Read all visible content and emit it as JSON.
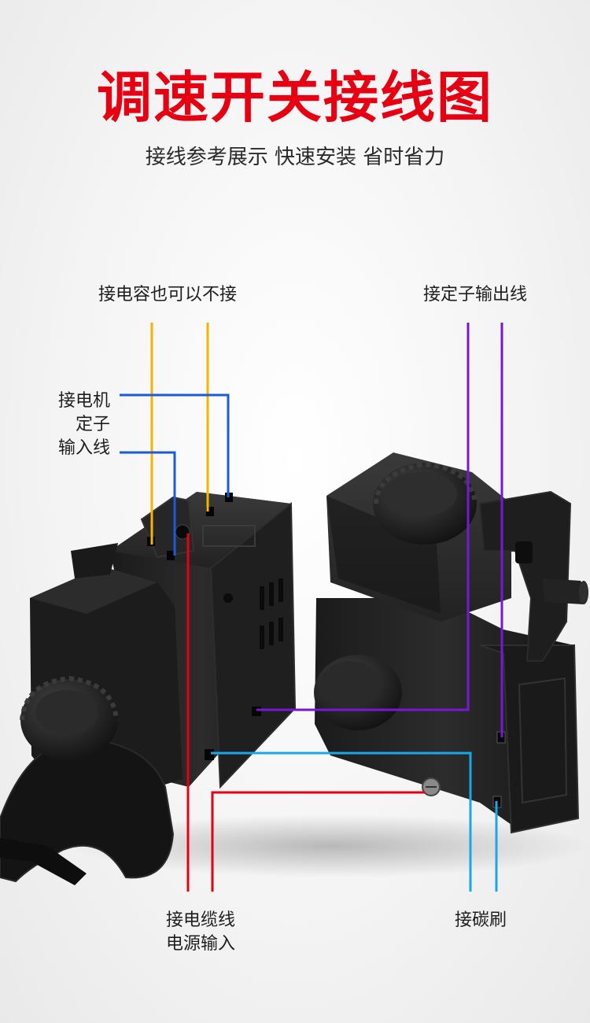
{
  "header": {
    "title": "调速开关接线图",
    "subtitle": "接线参考展示 快速安装 省时省力"
  },
  "labels": {
    "capacitor": "接电容也可以不接",
    "stator_output": "接定子输出线",
    "motor_stator_input": [
      "接电机",
      "定子",
      "输入线"
    ],
    "power_input": [
      "接电缆线",
      "电源输入"
    ],
    "carbon_brush": "接碳刷"
  },
  "wire_colors": {
    "capacitor": "#f5b400",
    "stator_input": "#1a5cd8",
    "stator_output": "#7a16d6",
    "power": "#e60012",
    "brush": "#1aa7e8"
  }
}
